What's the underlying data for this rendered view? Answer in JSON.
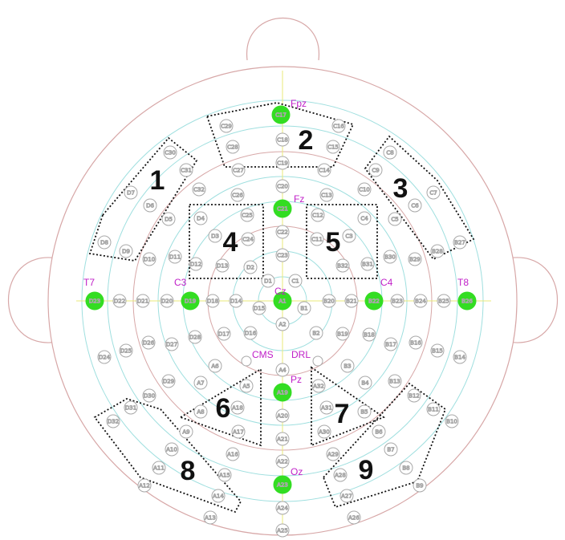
{
  "colors": {
    "head_outline": "#d7a7a7",
    "ring": "#9fdfdf",
    "axis": "#e8e87a",
    "electrode_stroke": "#a8a8a8",
    "electrode_text": "#b030b0",
    "highlight": "#33dd22",
    "marker_label": "#c020c8",
    "region_label": "#111111",
    "region_outline": "#111111"
  },
  "electrodes": [
    "C17",
    "C29",
    "C16",
    "C28",
    "C18",
    "C15",
    "C30",
    "C19",
    "C8",
    "C31",
    "C27",
    "C20",
    "C14",
    "C9",
    "D7",
    "C32",
    "C26",
    "C21",
    "C13",
    "C10",
    "C7",
    "D6",
    "D4",
    "C25",
    "C12",
    "C4",
    "C6",
    "D5",
    "D3",
    "C24",
    "C22",
    "C11",
    "C3",
    "C5",
    "D8",
    "D11",
    "C23",
    "B30",
    "B27",
    "D9",
    "D10",
    "D12",
    "D13",
    "D2",
    "B32",
    "B31",
    "B29",
    "B28",
    "D1",
    "C1",
    "D23",
    "D22",
    "D21",
    "D20",
    "D19",
    "D18",
    "D14",
    "D15",
    "A1",
    "B1",
    "B20",
    "B21",
    "B22",
    "B23",
    "B24",
    "B25",
    "B26",
    "A2",
    "D28",
    "D17",
    "D16",
    "B2",
    "B19",
    "B18",
    "B17",
    "B16",
    "B15",
    "D24",
    "D25",
    "D26",
    "D27",
    "A6",
    "A4",
    "B3",
    "B14",
    "D29",
    "A7",
    "A5",
    "A19",
    "A32",
    "B4",
    "B13",
    "D30",
    "A18",
    "B12",
    "D32",
    "D31",
    "A8",
    "A17",
    "A20",
    "A31",
    "B5",
    "B11",
    "A9",
    "A16",
    "A21",
    "A30",
    "B6",
    "B10",
    "A10",
    "A22",
    "A29",
    "B7",
    "A11",
    "A15",
    "A23",
    "A28",
    "B8",
    "A12",
    "A14",
    "A24",
    "A27",
    "B9",
    "A13",
    "A25",
    "A26"
  ],
  "highlighted_electrodes": [
    "C17",
    "C21",
    "D23",
    "D19",
    "A1",
    "B22",
    "B26",
    "A19",
    "A23"
  ],
  "markers": [
    "Fpz",
    "Fz",
    "Cz",
    "T7",
    "C3",
    "C4",
    "T8",
    "CMS",
    "DRL",
    "Pz",
    "Oz"
  ],
  "regions": [
    "1",
    "2",
    "3",
    "4",
    "5",
    "6",
    "7",
    "8",
    "9"
  ]
}
